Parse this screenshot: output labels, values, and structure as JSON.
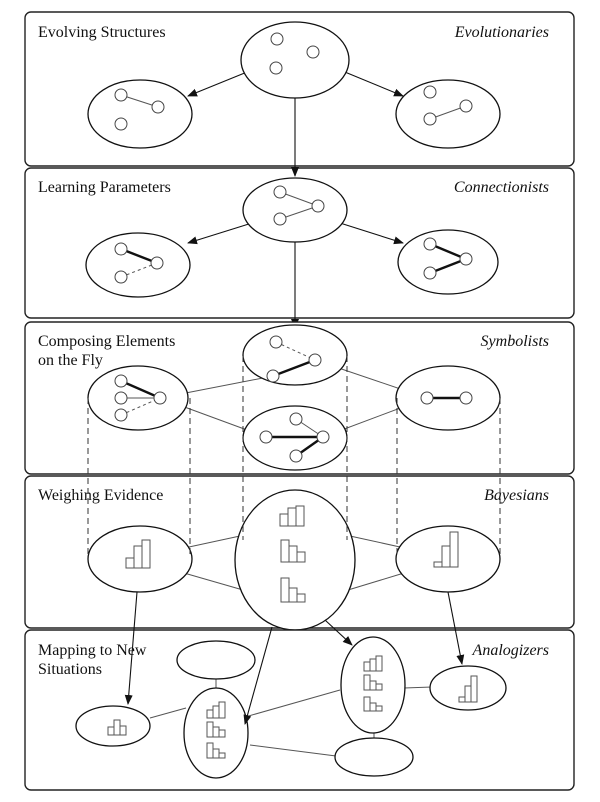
{
  "panels": [
    {
      "title": [
        "Evolving Structures"
      ],
      "tribe": "Evolutionaries"
    },
    {
      "title": [
        "Learning Parameters"
      ],
      "tribe": "Connectionists"
    },
    {
      "title": [
        "Composing Elements",
        "on the Fly"
      ],
      "tribe": "Symbolists"
    },
    {
      "title": [
        "Weighing Evidence"
      ],
      "tribe": "Bayesians"
    },
    {
      "title": [
        "Mapping to New",
        "Situations"
      ],
      "tribe": "Analogizers"
    }
  ]
}
